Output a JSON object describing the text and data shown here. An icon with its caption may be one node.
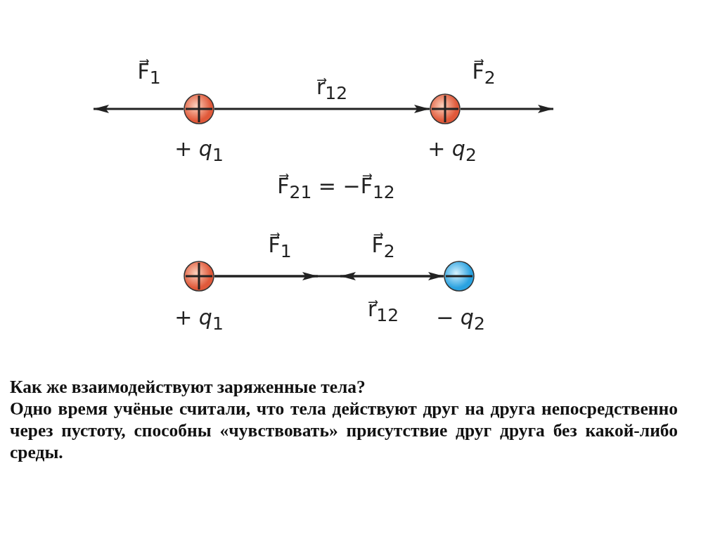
{
  "diagram": {
    "nodes": [
      {
        "text": [],
        "shape": "circle",
        "beside": [
          "+ *q*$_{1}$"
        ]
      },
      {
        "text": [],
        "shape": "circle",
        "beside": [
          "+ *q*$_{2}$"
        ]
      },
      {
        "text": [],
        "shape": "circle",
        "beside": [
          "+ *q*$_{1}$"
        ]
      },
      {
        "text": [],
        "shape": "circle",
        "beside": [
          "− *q*$_{2}$"
        ]
      }
    ],
    "edges": [
      {
        "from": 0,
        "to": null,
        "arrow": "to",
        "label": "F⃗$_{1}$"
      },
      {
        "from": 0,
        "to": 1,
        "arrow": "to",
        "label": "r⃗$_{12}$"
      },
      {
        "from": 1,
        "to": null,
        "arrow": "to",
        "label": "F⃗$_{2}$"
      },
      {
        "from": 2,
        "to": 3,
        "arrow": "to",
        "label": "r⃗$_{12}$"
      },
      {
        "from": 2,
        "to": null,
        "arrow": "to",
        "label": "F⃗$_{1}$"
      },
      {
        "from": 3,
        "to": null,
        "arrow": "to",
        "label": "F⃗$_{2}$"
      }
    ],
    "labels": [
      "F⃗$_{21}$ = −F⃗$_{12}$",
      "Как же взаимодействуют заряженные тела?",
      "Одно время учёные считали, что тела действуют друг на друга непосредственно через пустоту, способны «чувствовать» присутствие друг друга без какой-либо среды."
    ]
  }
}
